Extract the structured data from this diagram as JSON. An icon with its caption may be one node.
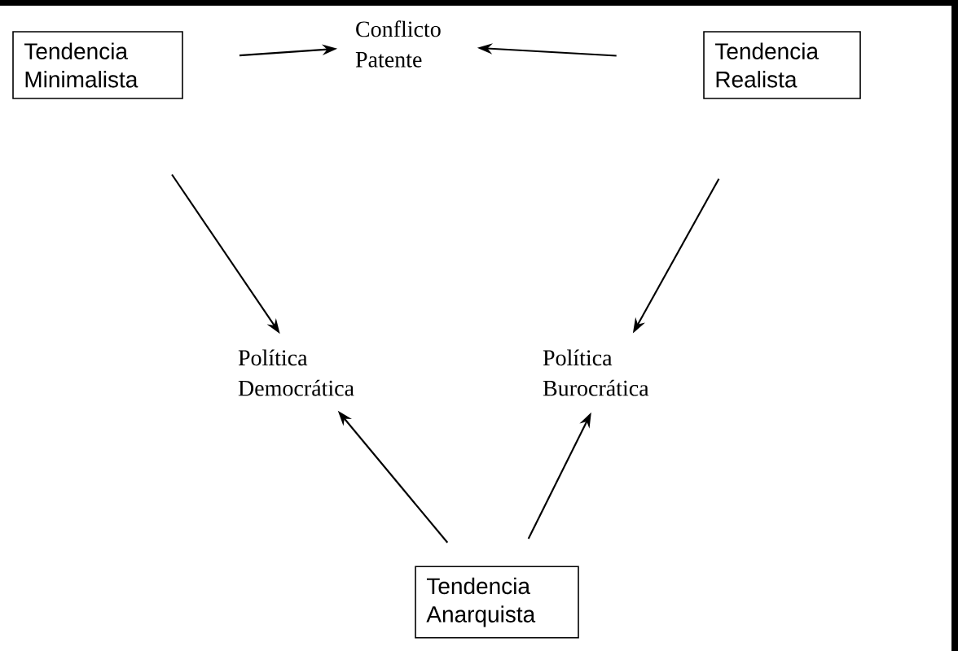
{
  "diagram": {
    "nodes": [
      {
        "text": [
          "Tendencia Minimalista"
        ]
      },
      {
        "text": [
          "Conflicto Patente"
        ]
      },
      {
        "text": [
          "Tendencia Realista"
        ]
      },
      {
        "text": [
          "Política Democrática"
        ]
      },
      {
        "text": [
          "Política Burocrática"
        ]
      },
      {
        "text": [
          "Tendencia Anarquista"
        ]
      }
    ],
    "edges": [
      {
        "from": 0,
        "to": 1,
        "arrow": "to"
      },
      {
        "from": 2,
        "to": 1,
        "arrow": "to"
      },
      {
        "from": 0,
        "to": 3,
        "arrow": "to"
      },
      {
        "from": 2,
        "to": 4,
        "arrow": "to"
      },
      {
        "from": 5,
        "to": 3,
        "arrow": "to"
      },
      {
        "from": 5,
        "to": 4,
        "arrow": "to"
      }
    ]
  }
}
